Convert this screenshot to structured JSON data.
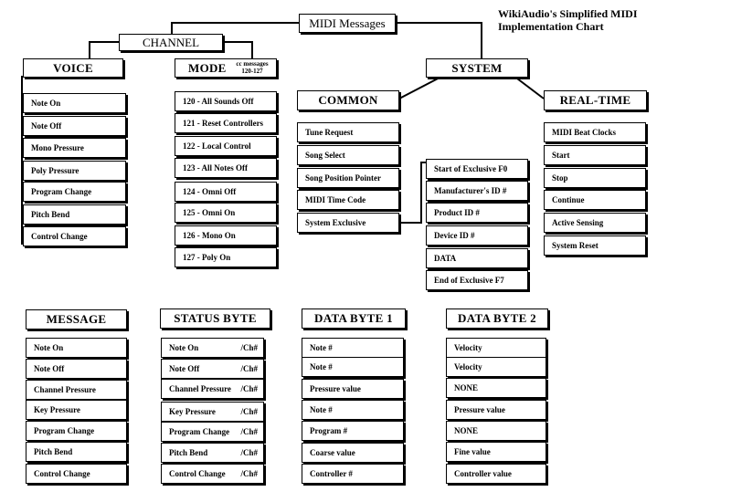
{
  "title": {
    "line1": "WikiAudio's Simplified MIDI",
    "line2": "Implementation Chart"
  },
  "tree": {
    "root": "MIDI Messages",
    "channel": "CHANNEL",
    "voice": "VOICE",
    "mode": "MODE",
    "mode_note": [
      "cc messages",
      "120-127"
    ],
    "system": "SYSTEM",
    "common": "COMMON",
    "realtime": "REAL-TIME"
  },
  "voice_items": [
    "Note On",
    "Note Off",
    "Mono Pressure",
    "Poly Pressure",
    "Program Change",
    "Pitch Bend",
    "Control Change"
  ],
  "mode_items": [
    "120 - All Sounds Off",
    "121 - Reset Controllers",
    "122 - Local Control",
    "123 - All Notes Off",
    "124 - Omni Off",
    "125 - Omni On",
    "126 - Mono On",
    "127 - Poly On"
  ],
  "common_items": [
    "Tune Request",
    "Song Select",
    "Song Position Pointer",
    "MIDI Time Code",
    "System Exclusive"
  ],
  "sysex_items": [
    "Start of Exclusive F0",
    "Manufacturer's ID #",
    "Product ID #",
    "Device ID #",
    "DATA",
    "End of Exclusive F7"
  ],
  "realtime_items": [
    "MIDI Beat Clocks",
    "Start",
    "Stop",
    "Continue",
    "Active Sensing",
    "System Reset"
  ],
  "table": {
    "headers": [
      "MESSAGE",
      "STATUS BYTE",
      "DATA BYTE 1",
      "DATA BYTE 2"
    ],
    "channel_suffix": "/Ch#",
    "message": [
      "Note On",
      "Note Off",
      "Channel Pressure",
      "Key Pressure",
      "Program Change",
      "Pitch Bend",
      "Control Change"
    ],
    "status": [
      "Note On",
      "Note Off",
      "Channel Pressure",
      "Key Pressure",
      "Program Change",
      "Pitch Bend",
      "Control Change"
    ],
    "data1": [
      "Note #",
      "Note #",
      "Pressure value",
      "Note #",
      "Program #",
      "Coarse value",
      "Controller #"
    ],
    "data2": [
      "Velocity",
      "Velocity",
      "NONE",
      "Pressure value",
      "NONE",
      "Fine value",
      "Controller value"
    ]
  }
}
